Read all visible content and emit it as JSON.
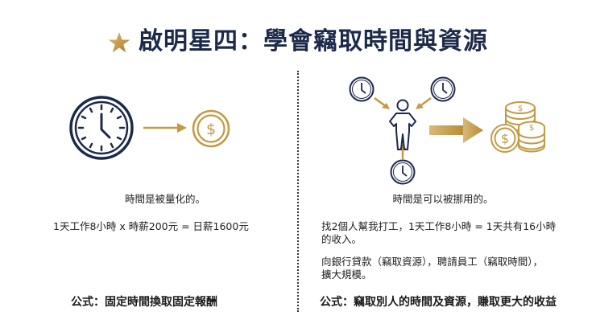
{
  "header": {
    "star_icon": "star-icon",
    "title": "啟明星四：學會竊取時間與資源"
  },
  "left_panel": {
    "icons": [
      "clock-icon",
      "arrow-right-icon",
      "coin-icon"
    ],
    "heading": "時間是被量化的。",
    "example": "1天工作8小時 x 時薪200元 = 日薪1600元",
    "formula": "公式：固定時間換取固定報酬"
  },
  "right_panel": {
    "icons": [
      "clock-icon",
      "clock-icon",
      "clock-icon",
      "person-icon",
      "arrow-right-icon",
      "coin-stack-icon"
    ],
    "heading": "時間是可以被挪用的。",
    "example_line1": "找2個人幫我打工，1天工作8小時 = 1天共有16小時",
    "example_line2": "的收入。",
    "method_line1": "向銀行貸款（竊取資源），聘請員工（竊取時間），",
    "method_line2": "擴大規模。",
    "formula": "公式：竊取別人的時間及資源，賺取更大的收益"
  },
  "colors": {
    "navy": "#1c2a4a",
    "gold": "#c29a45"
  }
}
